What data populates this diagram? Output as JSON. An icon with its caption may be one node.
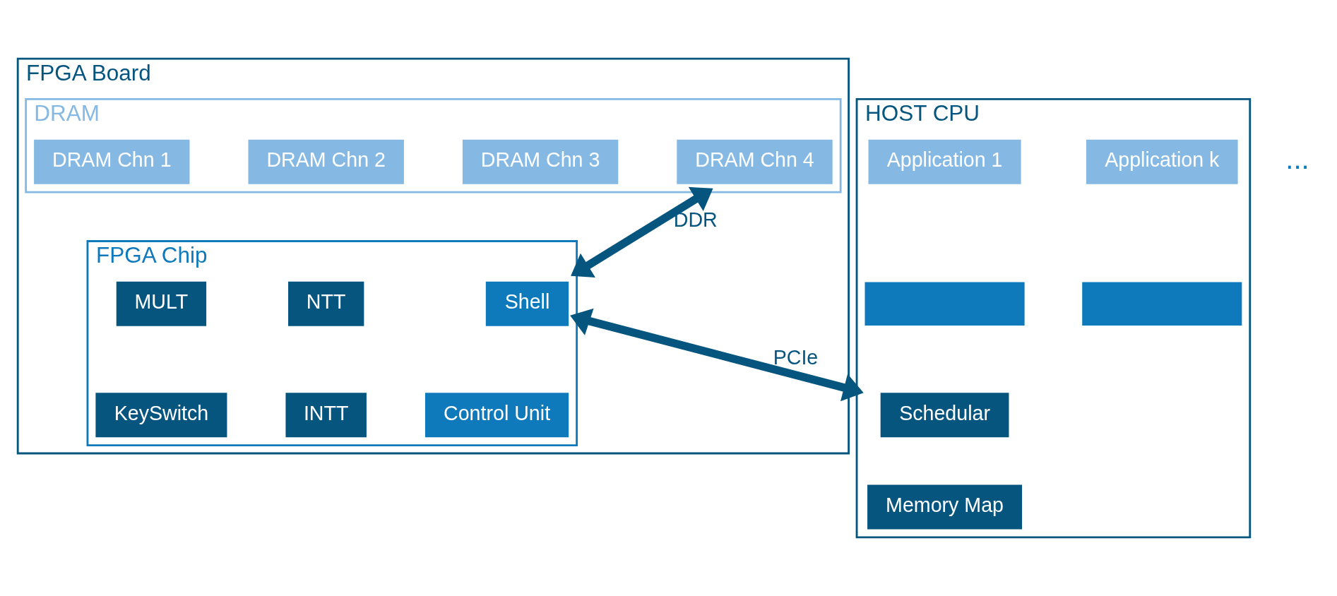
{
  "diagram": {
    "nodes": [
      {
        "text": [
          "FPGA Board"
        ]
      },
      {
        "text": [
          "DRAM"
        ],
        "in": 0
      },
      {
        "text": [
          "DRAM Chn 1"
        ],
        "in": 1
      },
      {
        "text": [
          "DRAM Chn 2"
        ],
        "in": 1
      },
      {
        "text": [
          "DRAM Chn 3"
        ],
        "in": 1
      },
      {
        "text": [
          "DRAM Chn 4"
        ],
        "in": 1
      },
      {
        "text": [
          "FPGA Chip"
        ],
        "in": 0
      },
      {
        "text": [
          "MULT"
        ],
        "in": 6
      },
      {
        "text": [
          "KeySwitch"
        ],
        "in": 6
      },
      {
        "text": [
          "NTT"
        ],
        "in": 6
      },
      {
        "text": [
          "INTT"
        ],
        "in": 6
      },
      {
        "text": [
          "Shell"
        ],
        "in": 6
      },
      {
        "text": [
          "Control Unit"
        ],
        "in": 6
      },
      {
        "text": [
          "HOST CPU"
        ]
      },
      {
        "text": [
          "Application 1"
        ],
        "in": 13
      },
      {
        "text": [
          "Application k"
        ],
        "in": 13
      },
      {
        "text": [],
        "shape": "box",
        "in": 13
      },
      {
        "text": [],
        "shape": "box",
        "in": 13
      },
      {
        "text": [
          "Schedular"
        ],
        "in": 13
      },
      {
        "text": [
          "Memory Map"
        ],
        "in": 13
      }
    ],
    "edges": [
      {
        "from": 1,
        "to": 6,
        "arrow": "both",
        "label": "DDR"
      },
      {
        "from": 6,
        "to": 13,
        "arrow": "both",
        "label": "PCIe"
      }
    ],
    "labels": [
      "..."
    ]
  }
}
